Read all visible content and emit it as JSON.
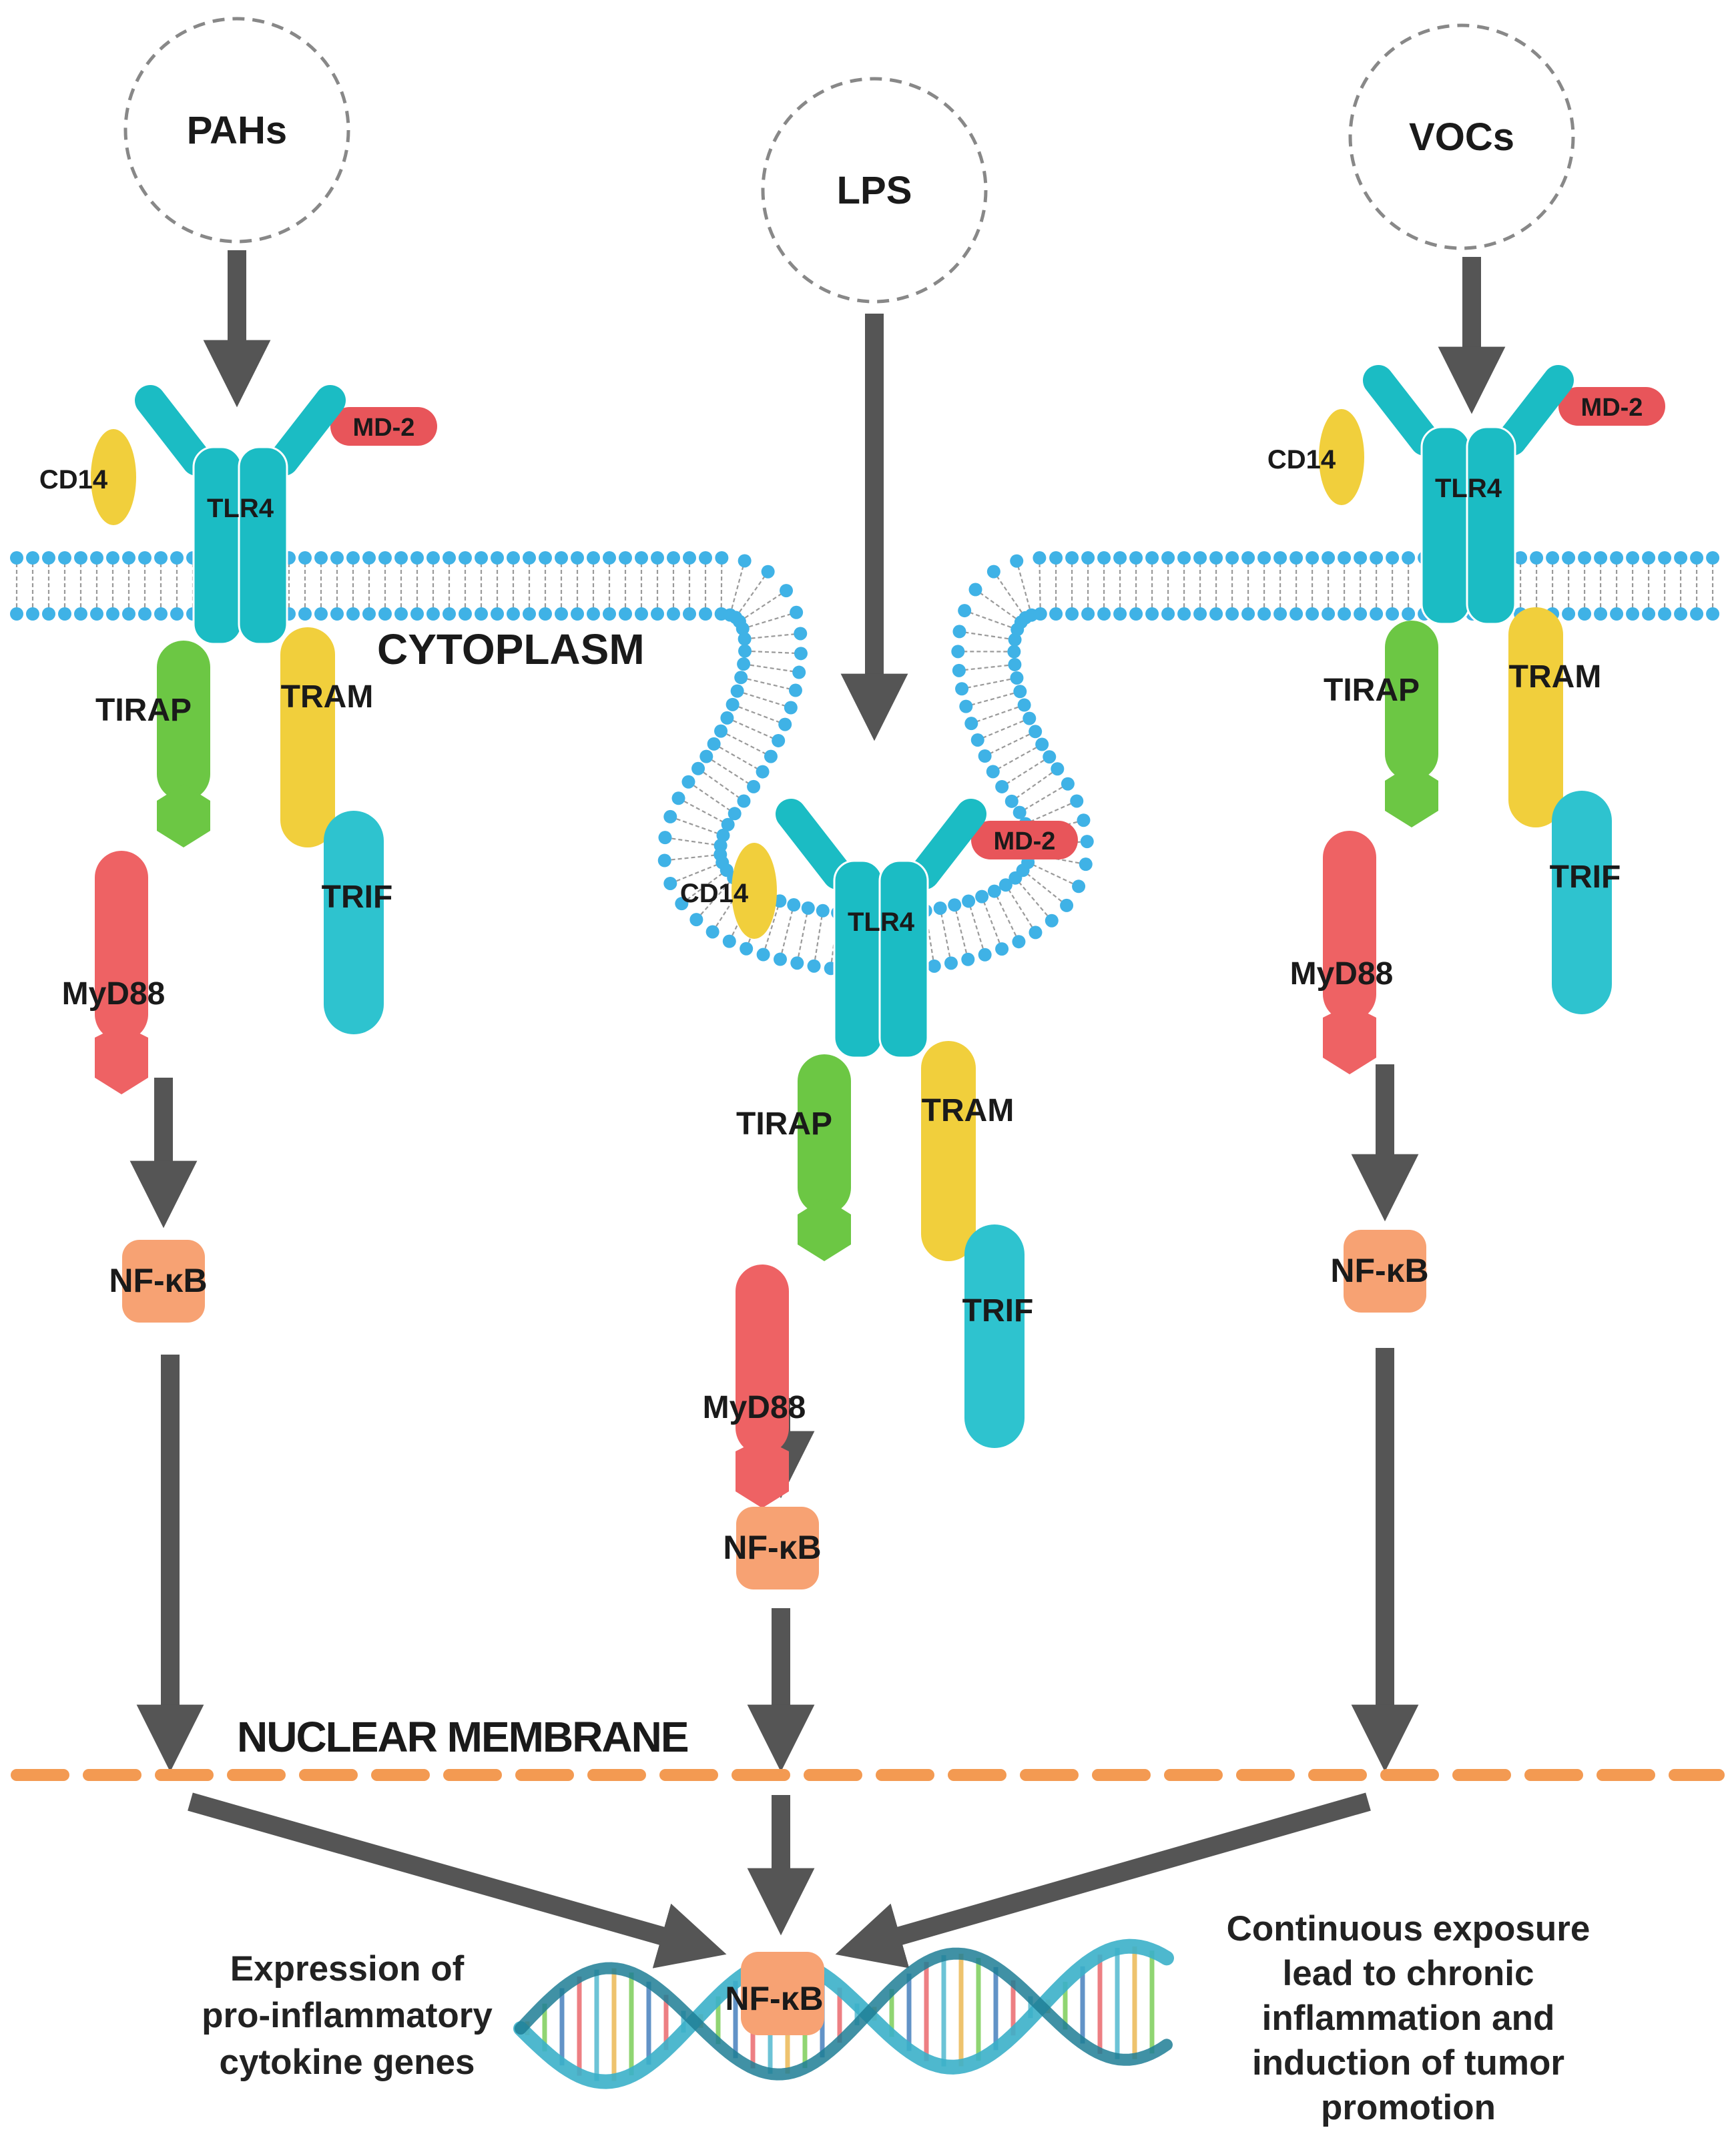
{
  "ligands": {
    "left": "PAHs",
    "center": "LPS",
    "right": "VOCs"
  },
  "receptor_complex": {
    "receptor": "TLR4",
    "coreceptor": "MD-2",
    "accessory": "CD14",
    "adaptors": {
      "tirap": "TIRAP",
      "tram": "TRAM",
      "trif": "TRIF",
      "myd88": "MyD88"
    }
  },
  "transcription_factor": "NF-κB",
  "compartments": {
    "cytoplasm": "CYTOPLASM",
    "nuclear_membrane": "NUCLEAR MEMBRANE"
  },
  "captions": {
    "left": [
      "Expression of",
      "pro-inflammatory",
      "cytokine genes"
    ],
    "right": [
      "Continuous exposure",
      "lead to chronic",
      "inflammation and",
      "induction of tumor",
      "promotion"
    ]
  },
  "colors": {
    "membrane_head": "#3fb2e6",
    "membrane_tail": "#9a9a9a",
    "tlr4": "#1bbcc4",
    "tlr4_dark": "#129aa2",
    "md2": "#e8555a",
    "cd14": "#f1cf3c",
    "tirap": "#6cc744",
    "tram": "#f1cf3c",
    "trif": "#2ec3cf",
    "myd88": "#ee6264",
    "nfkb": "#f7a273",
    "arrow": "#555555",
    "nuclear_membrane": "#f39a52",
    "ligand_circle": "#888888"
  }
}
